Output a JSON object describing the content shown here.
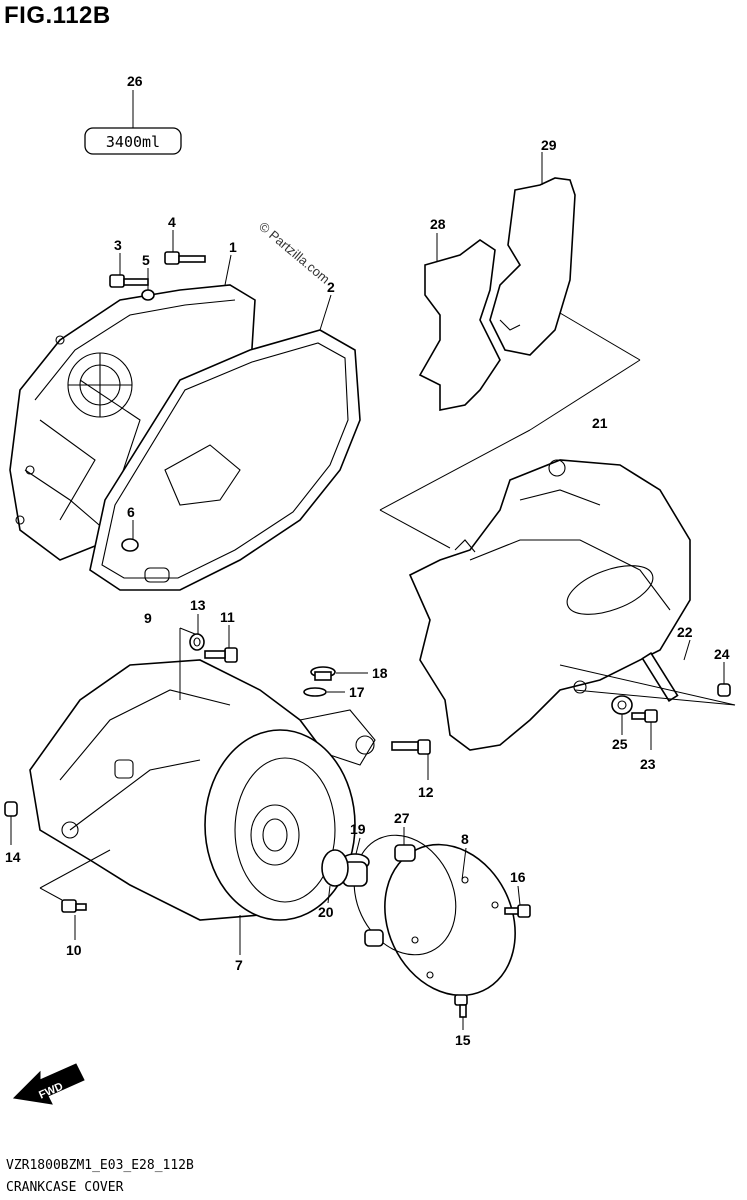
{
  "figure": {
    "title": "FIG.112B",
    "code": "VZR1800BZM1_E03_E28_112B",
    "caption": "CRANKCASE COVER",
    "watermark": "© Partzilla.com",
    "quantity_label": "3400ml",
    "fwd_label": "FWD"
  },
  "callouts": {
    "c1": "1",
    "c2": "2",
    "c3": "3",
    "c4": "4",
    "c5": "5",
    "c6": "6",
    "c7": "7",
    "c8": "8",
    "c9": "9",
    "c10": "10",
    "c11": "11",
    "c12": "12",
    "c13": "13",
    "c14": "14",
    "c15": "15",
    "c16": "16",
    "c17": "17",
    "c18": "18",
    "c19": "19",
    "c20": "20",
    "c21": "21",
    "c22": "22",
    "c23": "23",
    "c24": "24",
    "c25": "25",
    "c26": "26",
    "c27": "27",
    "c28": "28",
    "c29": "29"
  }
}
